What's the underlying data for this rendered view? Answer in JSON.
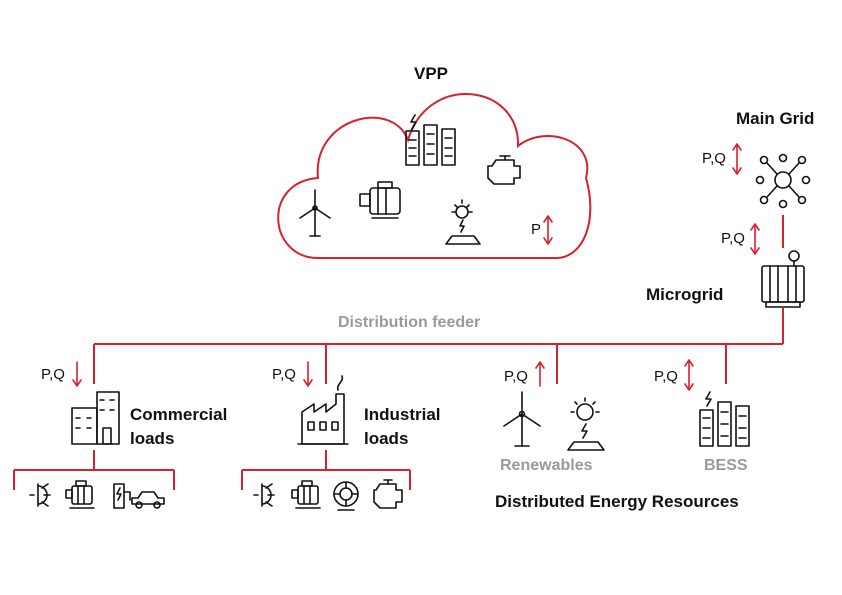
{
  "labels": {
    "vpp": "VPP",
    "main_grid": "Main Grid",
    "microgrid": "Microgrid",
    "distribution_feeder": "Distribution feeder",
    "commercial_loads_line1": "Commercial",
    "commercial_loads_line2": "loads",
    "industrial_loads_line1": "Industrial",
    "industrial_loads_line2": "loads",
    "renewables": "Renewables",
    "bess": "BESS",
    "der": "Distributed Energy Resources"
  },
  "flows": {
    "vpp_p": "P",
    "main_grid_pq": "P,Q",
    "microgrid_pq": "P,Q",
    "commercial_pq": "P,Q",
    "industrial_pq": "P,Q",
    "renewables_pq": "P,Q",
    "bess_pq": "P,Q"
  },
  "colors": {
    "accent_red": "#d6212f",
    "muted_gray": "#9a9a9a",
    "icon_black": "#111111"
  }
}
